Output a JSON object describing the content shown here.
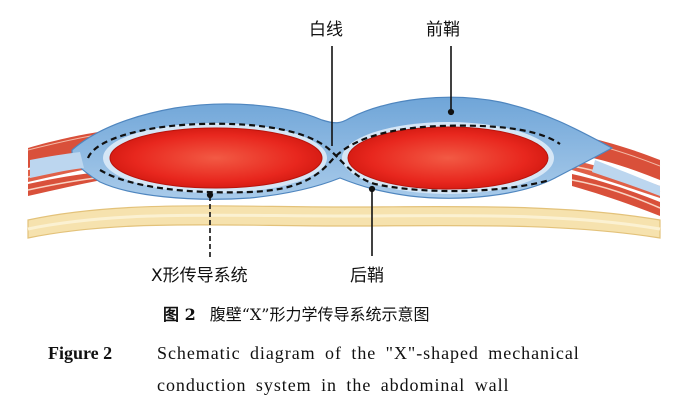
{
  "labels": {
    "linea_alba": "白线",
    "anterior_sheath": "前鞘",
    "x_system": "X形传导系统",
    "posterior_sheath": "后鞘"
  },
  "caption": {
    "cn_number": "图 2",
    "cn_text": "腹壁“X”形力学传导系统示意图",
    "en_number": "Figure 2",
    "en_line1": "Schematic diagram of the \"X\"-shaped mechanical",
    "en_line2": "conduction system in the abdominal wall"
  },
  "colors": {
    "fascia": "#7fb1df",
    "fascia_light": "#c9dff2",
    "muscle": "#e8271e",
    "muscle_core": "#f0503c",
    "side_muscle": "#d9503a",
    "fat_layer": "#f4dda0",
    "dashed_line": "#111111"
  }
}
